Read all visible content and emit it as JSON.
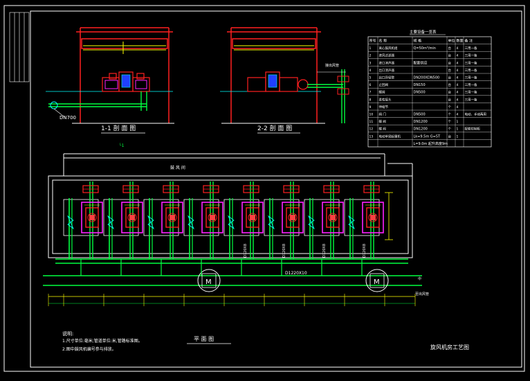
{
  "sheet": {
    "title_block": "旋风机房工艺图",
    "plan_title": "平 面 图",
    "section_1_title": "1-1 剖 面 图",
    "section_2_title": "2-2 剖 面 图",
    "pipe_dn700": "DN700",
    "main_pipe_label": "D1220X10",
    "room_label": "鼓 风 间",
    "pipe_labels": [
      "D720X8",
      "D720X8",
      "D720X8",
      "D720X8"
    ],
    "right_label": "接出风管",
    "notes_title": "说明:",
    "notes": [
      "1.尺寸单位:毫米;管道单位:米,管路标准图。",
      "2.图中鼓风机编号参与排放。"
    ]
  },
  "equipment_table": {
    "title": "主要设备一览表",
    "headers": [
      "序号",
      "名 称",
      "规 格",
      "单位",
      "数量",
      "备 注"
    ],
    "rows": [
      [
        "1",
        "离心鼓风机组",
        "Q=50m³/min",
        "台",
        "4",
        "三用一备"
      ],
      [
        "2",
        "进风过滤器",
        "",
        "台",
        "4",
        "三用一备"
      ],
      [
        "3",
        "进口消声器",
        "配套供应",
        "台",
        "4",
        "三用一备"
      ],
      [
        "4",
        "出口消声器",
        "",
        "台",
        "4",
        "三用一备"
      ],
      [
        "5",
        "出口异径管",
        "DN200XDN500",
        "台",
        "4",
        "三用一备"
      ],
      [
        "6",
        "止回阀",
        "DN150",
        "台",
        "4",
        "三用一备"
      ],
      [
        "7",
        "蝶阀",
        "DN500",
        "台",
        "4",
        "三用一备"
      ],
      [
        "8",
        "柔性接头",
        "",
        "台",
        "4",
        "三用一备"
      ],
      [
        "9",
        "伸缩节",
        "",
        "个",
        "4",
        ""
      ],
      [
        "10",
        "阀 门",
        "DN500",
        "个",
        "4",
        "电动、手动两用"
      ],
      [
        "11",
        "蝶 阀",
        "DN1200",
        "个",
        "1",
        ""
      ],
      [
        "12",
        "蝶 阀",
        "DN1200",
        "个",
        "1",
        "配套控制柜"
      ],
      [
        "13",
        "电动单梁起重机",
        "Lk=9.5m G=5T",
        "台",
        "1",
        ""
      ],
      [
        "",
        "",
        "L=9.0m 起升高度9m",
        "",
        "",
        ""
      ]
    ]
  },
  "colors": {
    "frame": "#ffffff",
    "section_red": "#ff2020",
    "pipe_green": "#00ff40",
    "motor_magenta": "#ff20ff",
    "cyan": "#00ffff",
    "yellow": "#ffff00",
    "table_cyan": "#00e0e0"
  }
}
